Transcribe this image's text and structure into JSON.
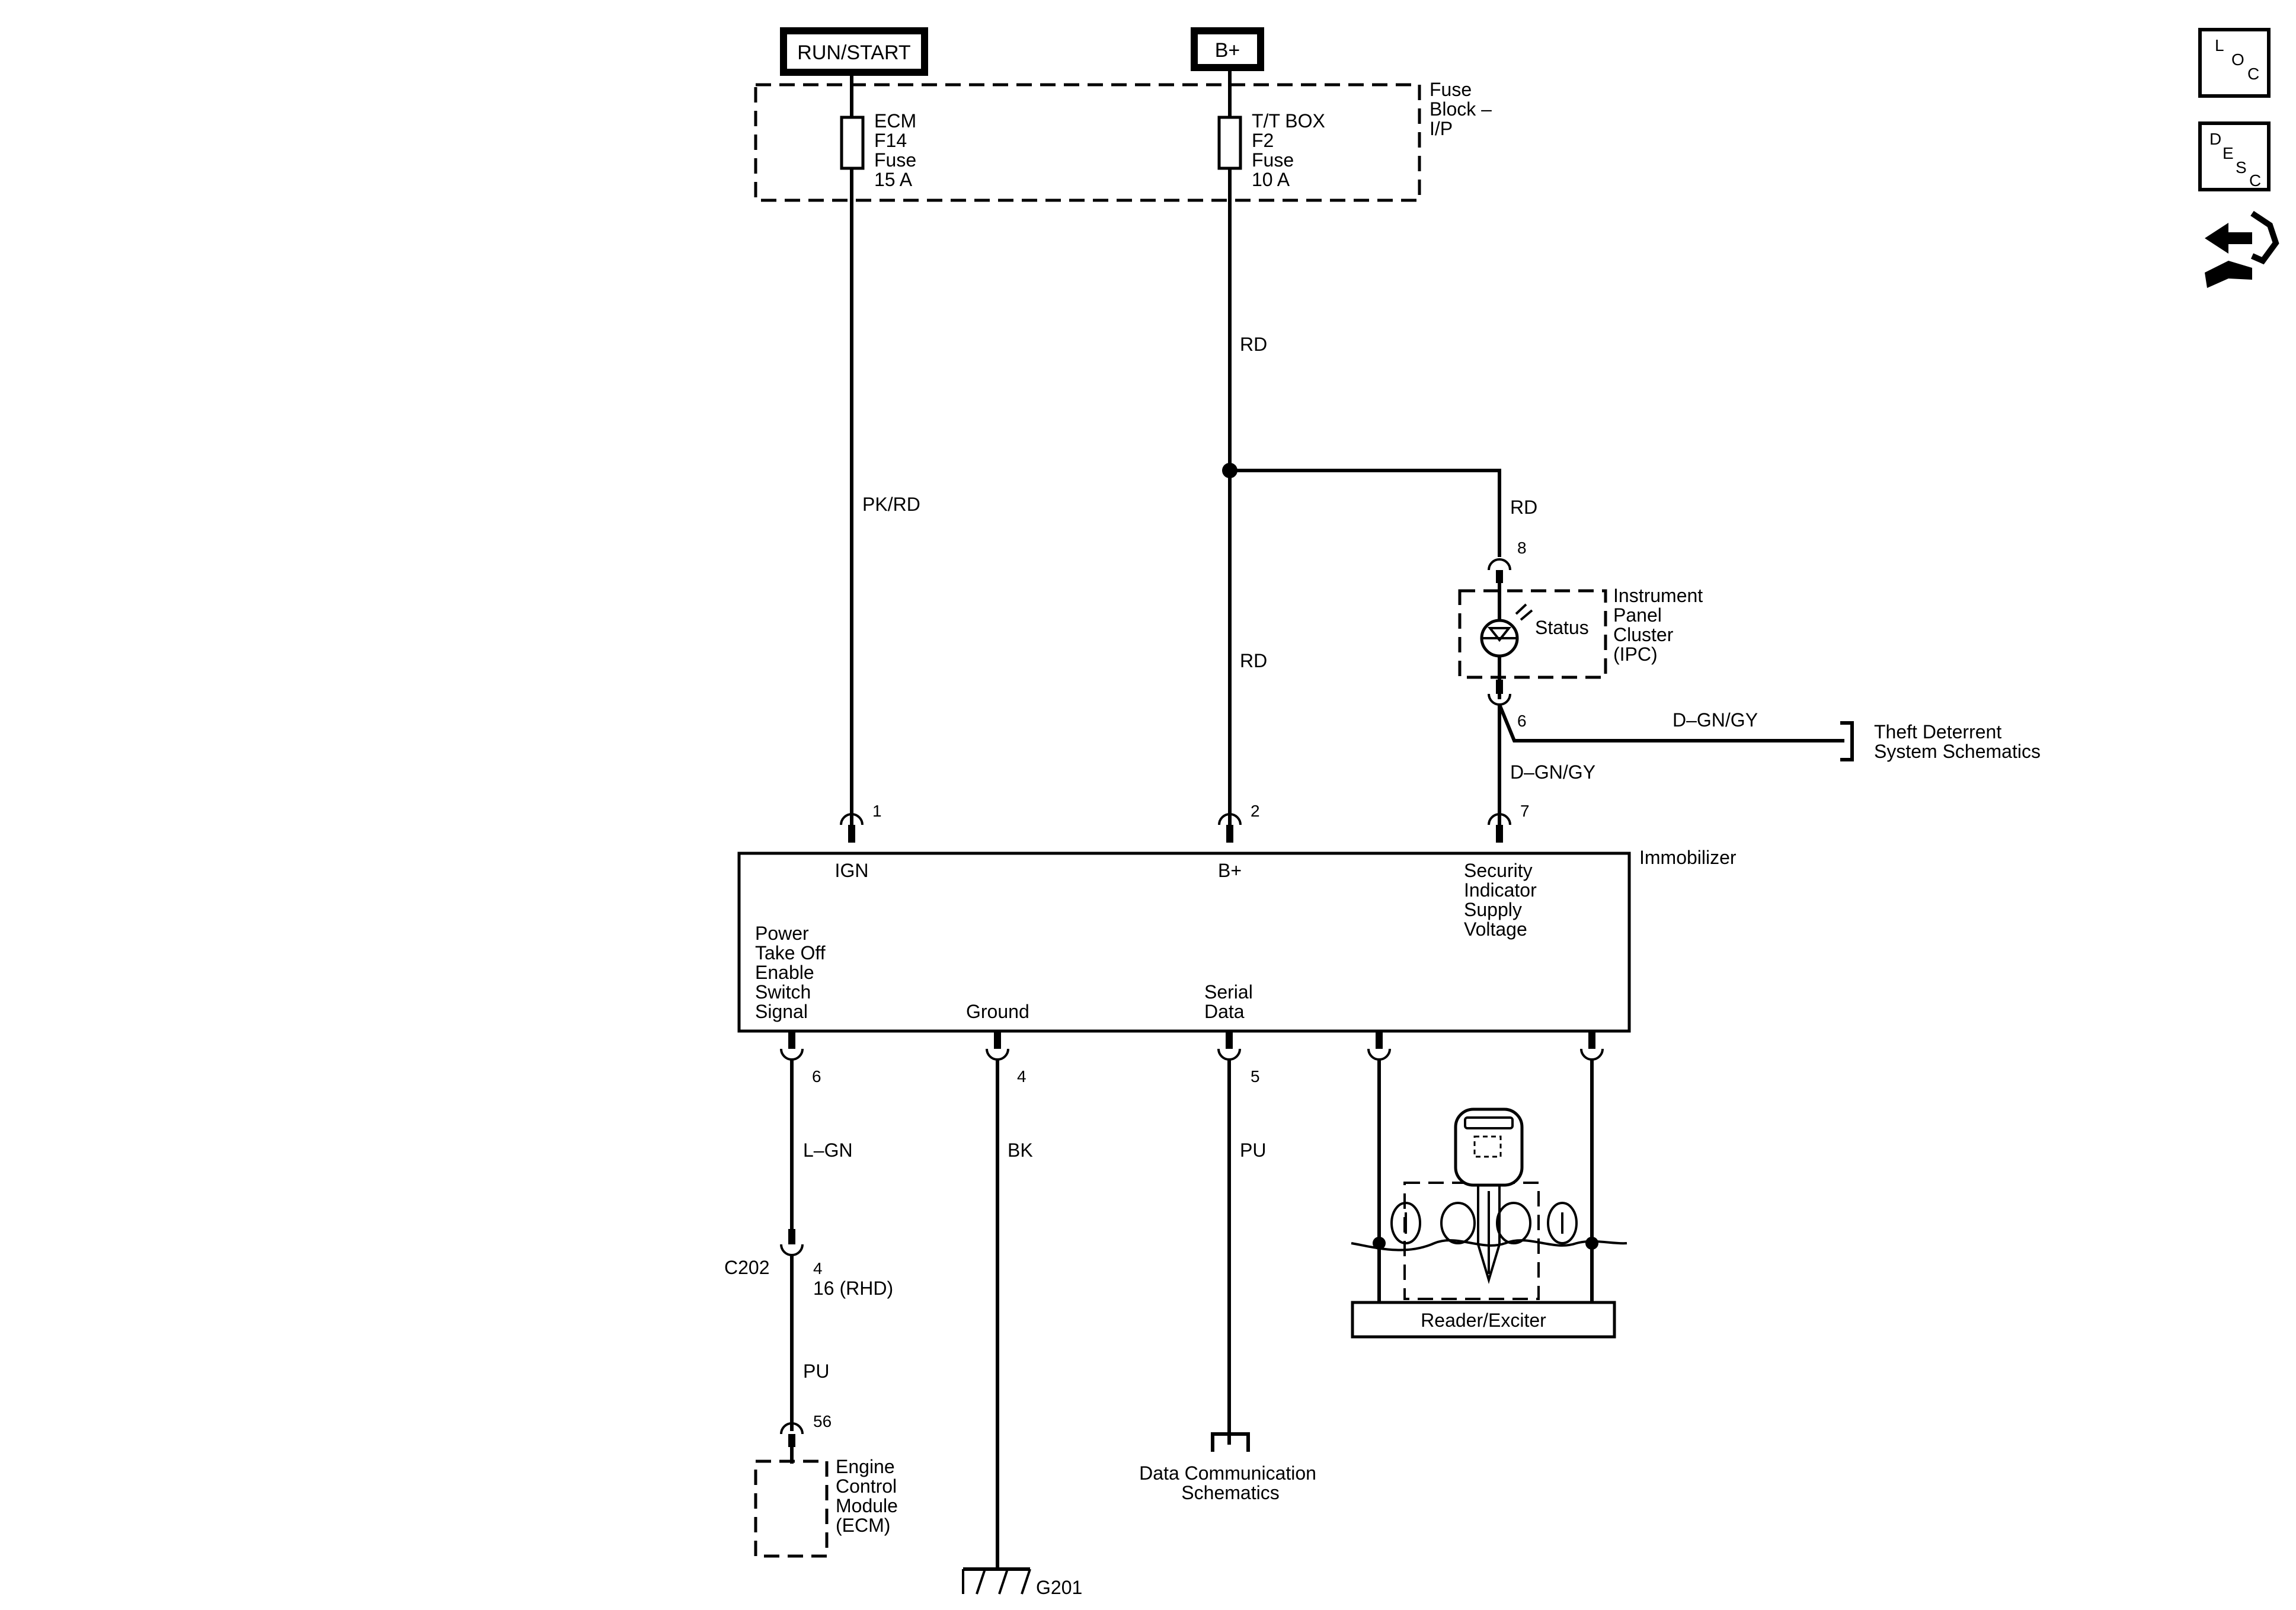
{
  "sources": {
    "run_start": "RUN/START",
    "b_plus": "B+"
  },
  "fuse_block": {
    "label": [
      "Fuse",
      "Block –",
      "I/P"
    ],
    "ecm_fuse": [
      "ECM",
      "F14",
      "Fuse",
      "15 A"
    ],
    "tt_fuse": [
      "T/T BOX",
      "F2",
      "Fuse",
      "10 A"
    ]
  },
  "wires": {
    "pk_rd": "PK/RD",
    "rd_upper": "RD",
    "rd_lower": "RD",
    "rd_ipc": "RD",
    "dgn_gy_h": "D–GN/GY",
    "dgn_gy_v": "D–GN/GY",
    "lgn": "L–GN",
    "bk": "BK",
    "pu_data": "PU",
    "pu_ecm": "PU"
  },
  "pins": {
    "ipc_8": "8",
    "ipc_6": "6",
    "imm_1": "1",
    "imm_2": "2",
    "imm_7": "7",
    "imm_6": "6",
    "imm_4": "4",
    "imm_5": "5",
    "c202_4": "4",
    "c202_16": "16 (RHD)",
    "ecm_56": "56"
  },
  "ipc": {
    "status": "Status",
    "name": [
      "Instrument",
      "Panel",
      "Cluster",
      "(IPC)"
    ]
  },
  "theft_link": [
    "Theft Deterrent",
    "System Schematics"
  ],
  "immobilizer": {
    "name": "Immobilizer",
    "ign": "IGN",
    "b_plus": "B+",
    "security": [
      "Security",
      "Indicator",
      "Supply",
      "Voltage"
    ],
    "pto": [
      "Power",
      "Take Off",
      "Enable",
      "Switch",
      "Signal"
    ],
    "ground": "Ground",
    "serial": [
      "Serial",
      "Data"
    ]
  },
  "connector_c202": "C202",
  "ecm": [
    "Engine",
    "Control",
    "Module",
    "(ECM)"
  ],
  "data_comm": [
    "Data Communication",
    "Schematics"
  ],
  "ground_id": "G201",
  "reader": "Reader/Exciter",
  "nav": {
    "loc": [
      "L",
      "O",
      "C"
    ],
    "desc": [
      "D",
      "E",
      "S",
      "C"
    ],
    "swap_icon": "connector-swap-icon"
  }
}
